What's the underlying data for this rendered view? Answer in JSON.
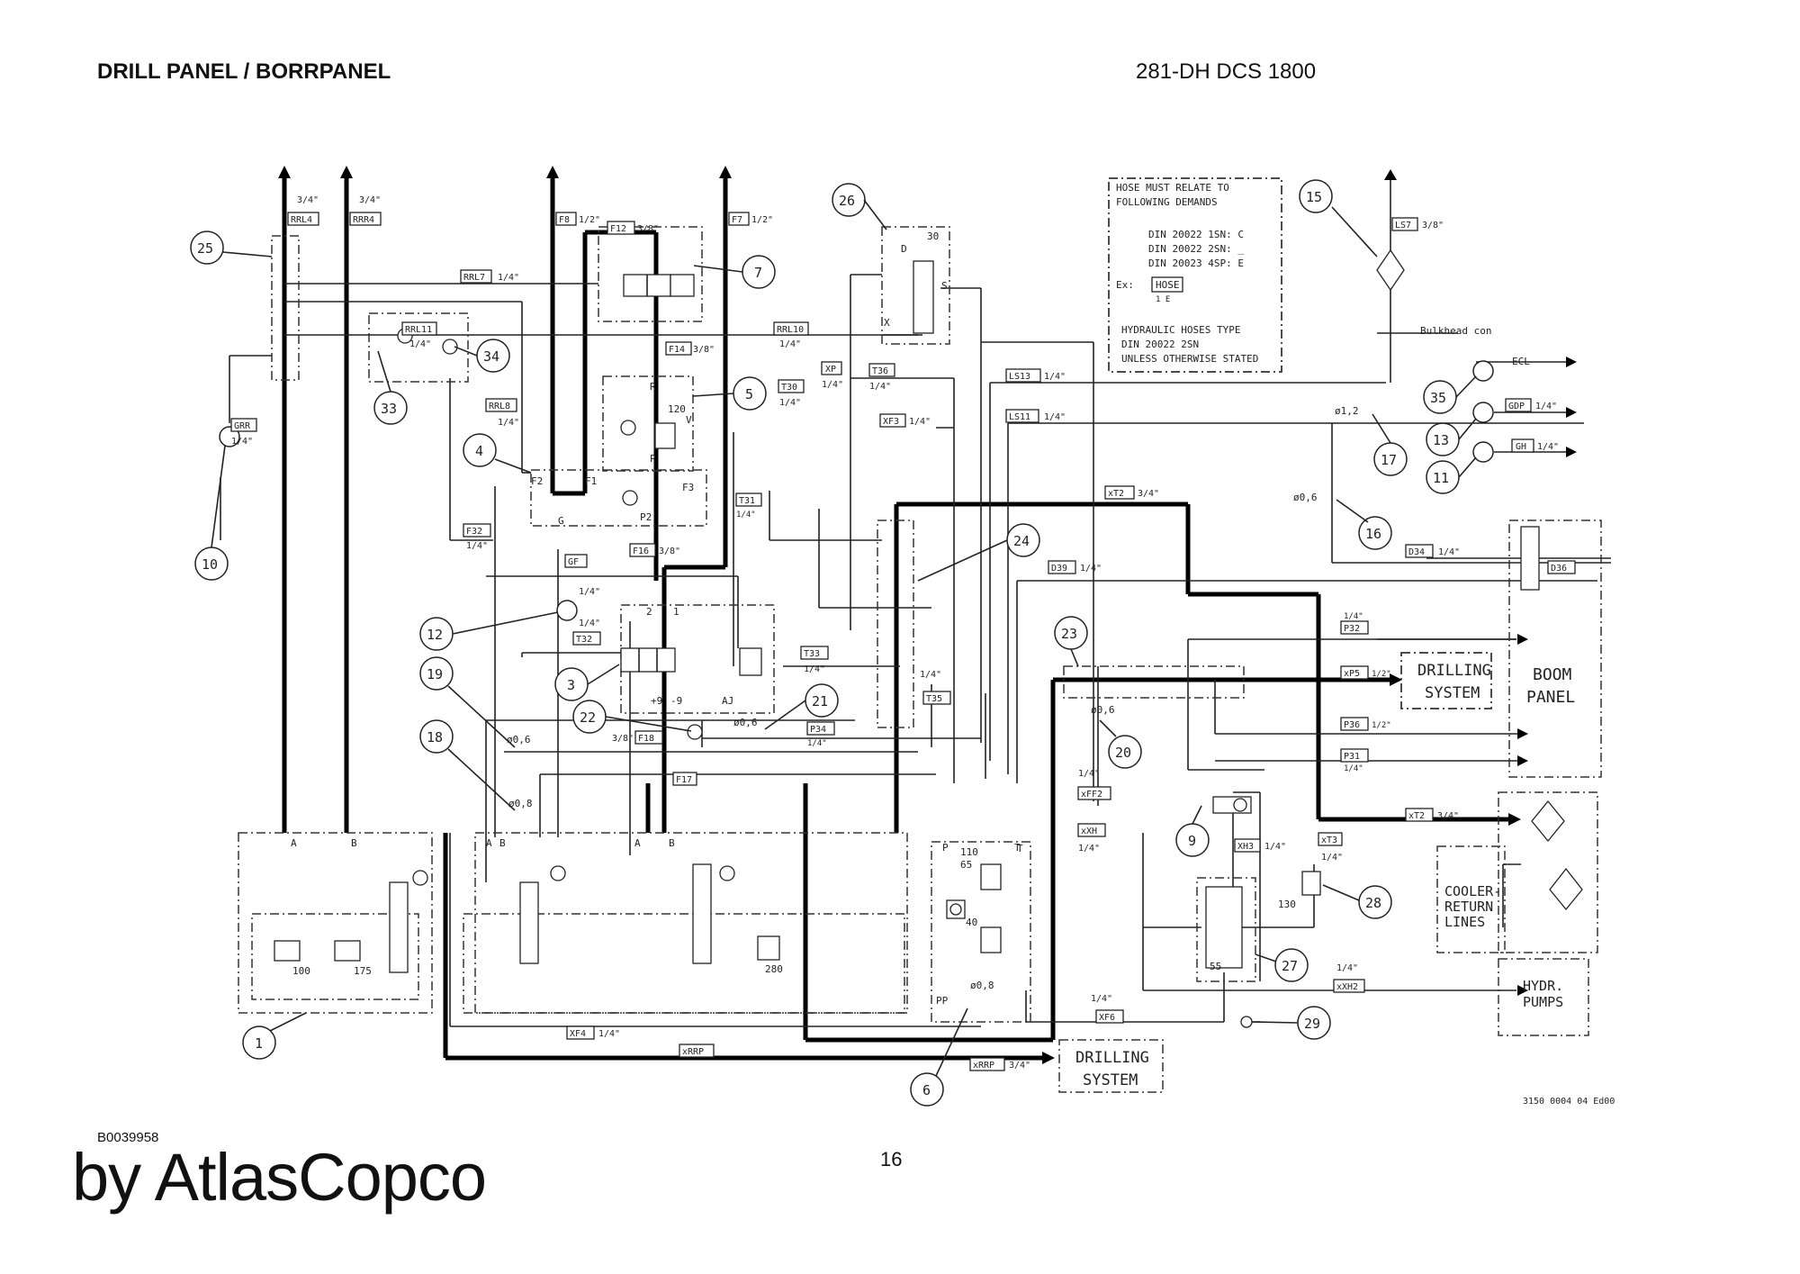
{
  "header": {
    "title": "DRILL PANEL / BORRPANEL",
    "model": "281-DH DCS 1800"
  },
  "footer": {
    "doc_id": "B0039958",
    "page_number": "16",
    "brand": "by AtlasCopco",
    "drawing_number": "3150 0004 04 Ed00"
  },
  "note_box": {
    "lines": [
      "HOSE MUST RELATE TO",
      "FOLLOWING DEMANDS",
      "DIN 20022 1SN: C",
      "DIN 20022 2SN: _",
      "DIN 20023 4SP: E",
      "Ex:",
      "HOSE",
      "1 E",
      "HYDRAULIC HOSES TYPE",
      "DIN 20022 2SN",
      "UNLESS OTHERWISE STATED"
    ]
  },
  "bulkhead_label": "Bulkhead con",
  "blocks": {
    "drilling_system_1": [
      "DRILLING",
      "SYSTEM"
    ],
    "drilling_system_2": [
      "DRILLING",
      "SYSTEM"
    ],
    "boom_panel": [
      "BOOM",
      "PANEL"
    ],
    "cooler": [
      "COOLER-",
      "RETURN",
      "LINES"
    ],
    "hydr_pumps": [
      "HYDR.",
      "PUMPS"
    ]
  },
  "hose_tags": [
    "RRL4",
    "RRR4",
    "F8",
    "F12",
    "F7",
    "RRL7",
    "RRL11",
    "RRL10",
    "F14",
    "XP",
    "T36",
    "LS13",
    "T30",
    "RRL8",
    "XF3",
    "LS11",
    "LS7",
    "T31",
    "F32",
    "F16",
    "GF",
    "xT2",
    "D39",
    "D34",
    "D36",
    "T32",
    "T33",
    "F18",
    "P34",
    "T35",
    "P32",
    "xP5",
    "P36",
    "P31",
    "F17",
    "xFF2",
    "xXH",
    "XH3",
    "xT3",
    "xT2",
    "xXH2",
    "XF6",
    "XF4",
    "xRRP",
    "xRRP",
    "ECL",
    "GDP",
    "GH",
    "GRR",
    "HOSE"
  ],
  "hose_sizes": [
    "3/4\"",
    "3/4\"",
    "1/2\"",
    "3/8\"",
    "1/2\"",
    "1/4\"",
    "1/4\"",
    "1/4\"",
    "3/8\"",
    "1/4\"",
    "1/4\"",
    "1/4\"",
    "1/4\"",
    "1/4\"",
    "1/4\"",
    "1/4\"",
    "3/8\"",
    "1/4\"",
    "1/4\"",
    "3/8\"",
    "1/4\"",
    "3/4\"",
    "1/4\"",
    "1/4\"",
    "1/4\"",
    "1/4\"",
    "1/4\"",
    "3/8\"",
    "1/4\"",
    "1/4\"",
    "1/4\"",
    "1/2\"",
    "1/2\"",
    "1/4\"",
    "1/4\"",
    "1/4\"",
    "1/4\"",
    "1/4\"",
    "1/4\"",
    "3/4\"",
    "1/4\"",
    "1/4\"",
    "1/4\"",
    "3/4\"",
    "1/4\"",
    "1/4\"",
    "1/4\"",
    "1/4\""
  ],
  "orifices": [
    "ø1,2",
    "ø0,6",
    "ø0,6",
    "ø0,8",
    "ø0,6",
    "ø0,6",
    "ø0,8"
  ],
  "pressure_values": [
    "30",
    "120",
    "100",
    "175",
    "280",
    "110",
    "65",
    "40",
    "130",
    "55"
  ],
  "callouts": [
    "1",
    "3",
    "4",
    "5",
    "6",
    "7",
    "9",
    "10",
    "11",
    "12",
    "13",
    "15",
    "16",
    "17",
    "18",
    "19",
    "20",
    "21",
    "22",
    "23",
    "24",
    "25",
    "26",
    "27",
    "28",
    "29",
    "33",
    "34",
    "35"
  ],
  "port_labels": [
    "A",
    "B",
    "A",
    "B",
    "A",
    "B",
    "P",
    "T",
    "S",
    "D",
    "X",
    "R",
    "V",
    "F1",
    "F2",
    "F3",
    "P2",
    "G",
    "P",
    "T",
    "PP",
    "+9",
    "-9",
    "AJ",
    "2",
    "1"
  ]
}
